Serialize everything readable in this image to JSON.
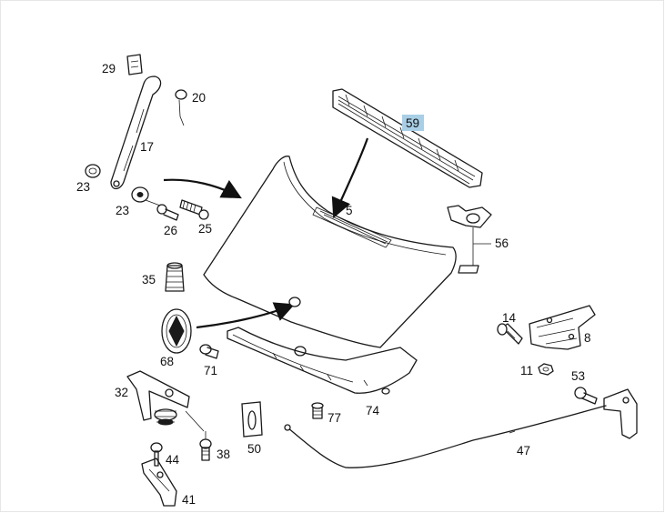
{
  "labels": {
    "p29": "29",
    "p20": "20",
    "p17": "17",
    "p23a": "23",
    "p23b": "23",
    "p26": "26",
    "p25": "25",
    "p59": "59",
    "p5": "5",
    "p56": "56",
    "p35": "35",
    "p68": "68",
    "p71": "71",
    "p14": "14",
    "p8": "8",
    "p11": "11",
    "p53": "53",
    "p32": "32",
    "p77": "77",
    "p74": "74",
    "p44": "44",
    "p38": "38",
    "p50": "50",
    "p47": "47",
    "p41": "41"
  },
  "colors": {
    "highlight": "#a8cfe6",
    "ink": "#1a1a1a"
  }
}
